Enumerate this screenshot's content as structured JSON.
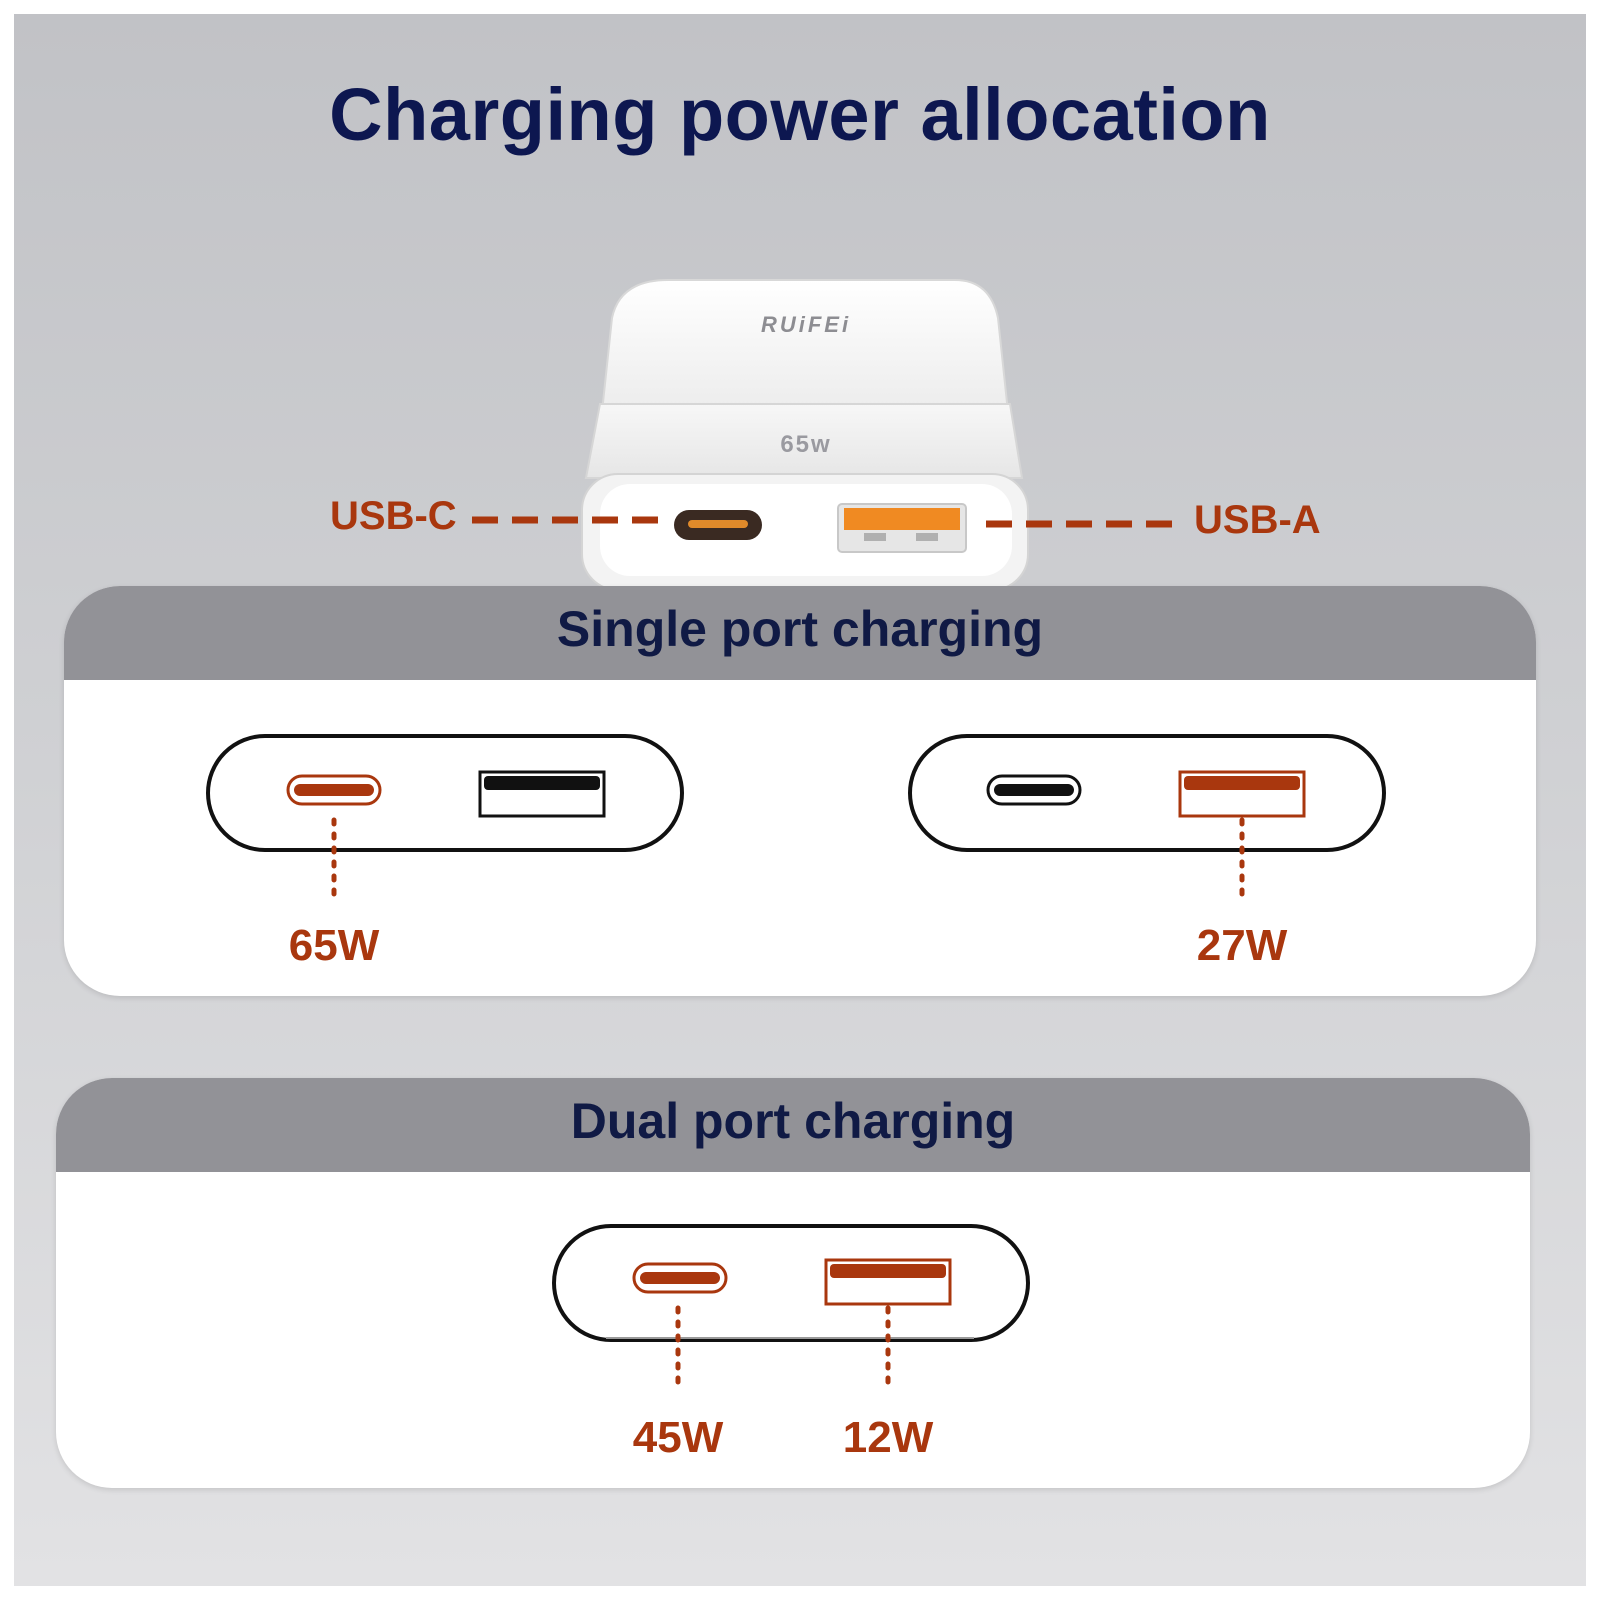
{
  "title": "Charging power allocation",
  "device": {
    "brand": "RUiFEi",
    "model_mark": "65w",
    "port_left_label": "USB-C",
    "port_right_label": "USB-A"
  },
  "single": {
    "heading": "Single port charging",
    "usb_c_power": "65W",
    "usb_a_power": "27W"
  },
  "dual": {
    "heading": "Dual port charging",
    "usb_c_power": "45W",
    "usb_a_power": "12W"
  },
  "colors": {
    "accent": "#a9370e",
    "title": "#0d1750",
    "header_bg": "#929297"
  }
}
